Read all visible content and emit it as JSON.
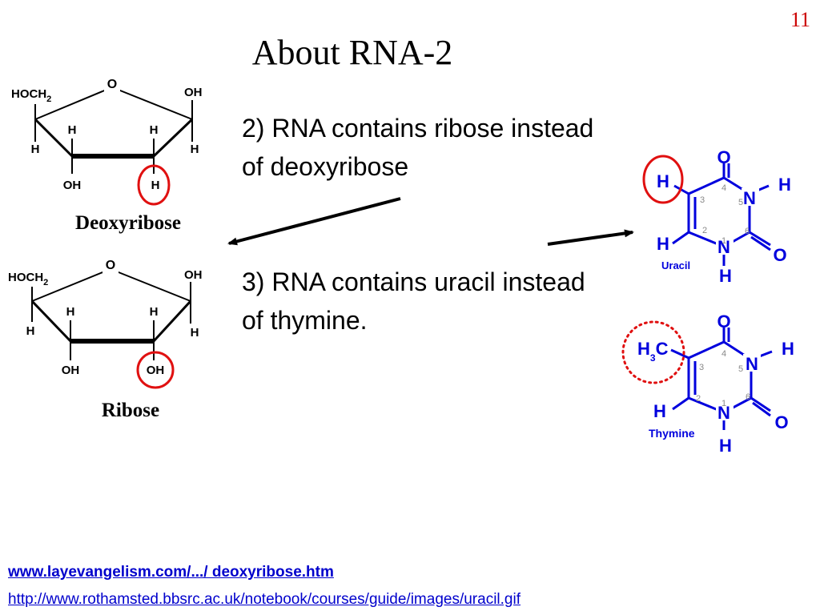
{
  "slide": {
    "number": "11",
    "title": "About RNA-2",
    "accent_color": "#cc0000",
    "link_color": "#0000cc"
  },
  "bullets": {
    "point_2": "2) RNA contains ribose instead of deoxyribose",
    "point_3": "3) RNA contains uracil instead of thymine."
  },
  "sugars": {
    "deoxyribose": {
      "caption": "Deoxyribose",
      "ring_o": "O",
      "hoch2": "HOCH",
      "sub2": "2",
      "c1_oh": "OH",
      "h": "H",
      "c3_sub": "OH",
      "c2_sub": "H",
      "highlight": "H"
    },
    "ribose": {
      "caption": "Ribose",
      "ring_o": "O",
      "hoch2": "HOCH",
      "sub2": "2",
      "c1_oh": "OH",
      "h": "H",
      "c3_sub": "OH",
      "c2_sub": "OH",
      "highlight": "OH"
    }
  },
  "bases": {
    "color": "#0000dd",
    "uracil": {
      "name": "Uracil",
      "atoms": {
        "o": "O",
        "n": "N",
        "h": "H"
      },
      "numbers": [
        "1",
        "2",
        "3",
        "4",
        "5",
        "6"
      ]
    },
    "thymine": {
      "name": "Thymine",
      "atoms": {
        "o": "O",
        "n": "N",
        "h": "H",
        "methyl_h": "H",
        "methyl_sub": "3",
        "methyl_c": "C"
      },
      "numbers": [
        "1",
        "2",
        "3",
        "4",
        "5",
        "6"
      ]
    }
  },
  "links": {
    "source_1": "www.layevangelism.com/.../ deoxyribose.htm",
    "source_2": "http://www.rothamsted.bbsrc.ac.uk/notebook/courses/guide/images/uracil.gif"
  }
}
